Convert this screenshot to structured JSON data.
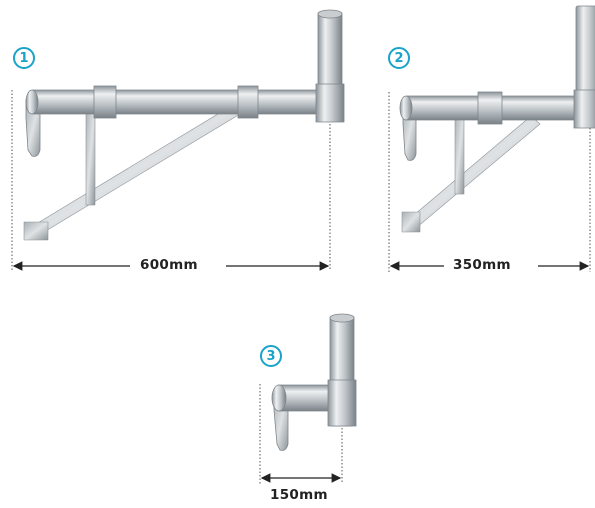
{
  "brackets": [
    {
      "number": "1",
      "dimension": "600mm"
    },
    {
      "number": "2",
      "dimension": "350mm"
    },
    {
      "number": "3",
      "dimension": "150mm"
    }
  ],
  "colors": {
    "badge": "#19a3c9",
    "steel_light": "#d9dde0",
    "steel_mid": "#aeb4b9",
    "steel_dark": "#7e868c",
    "dimension_line": "#222222"
  }
}
